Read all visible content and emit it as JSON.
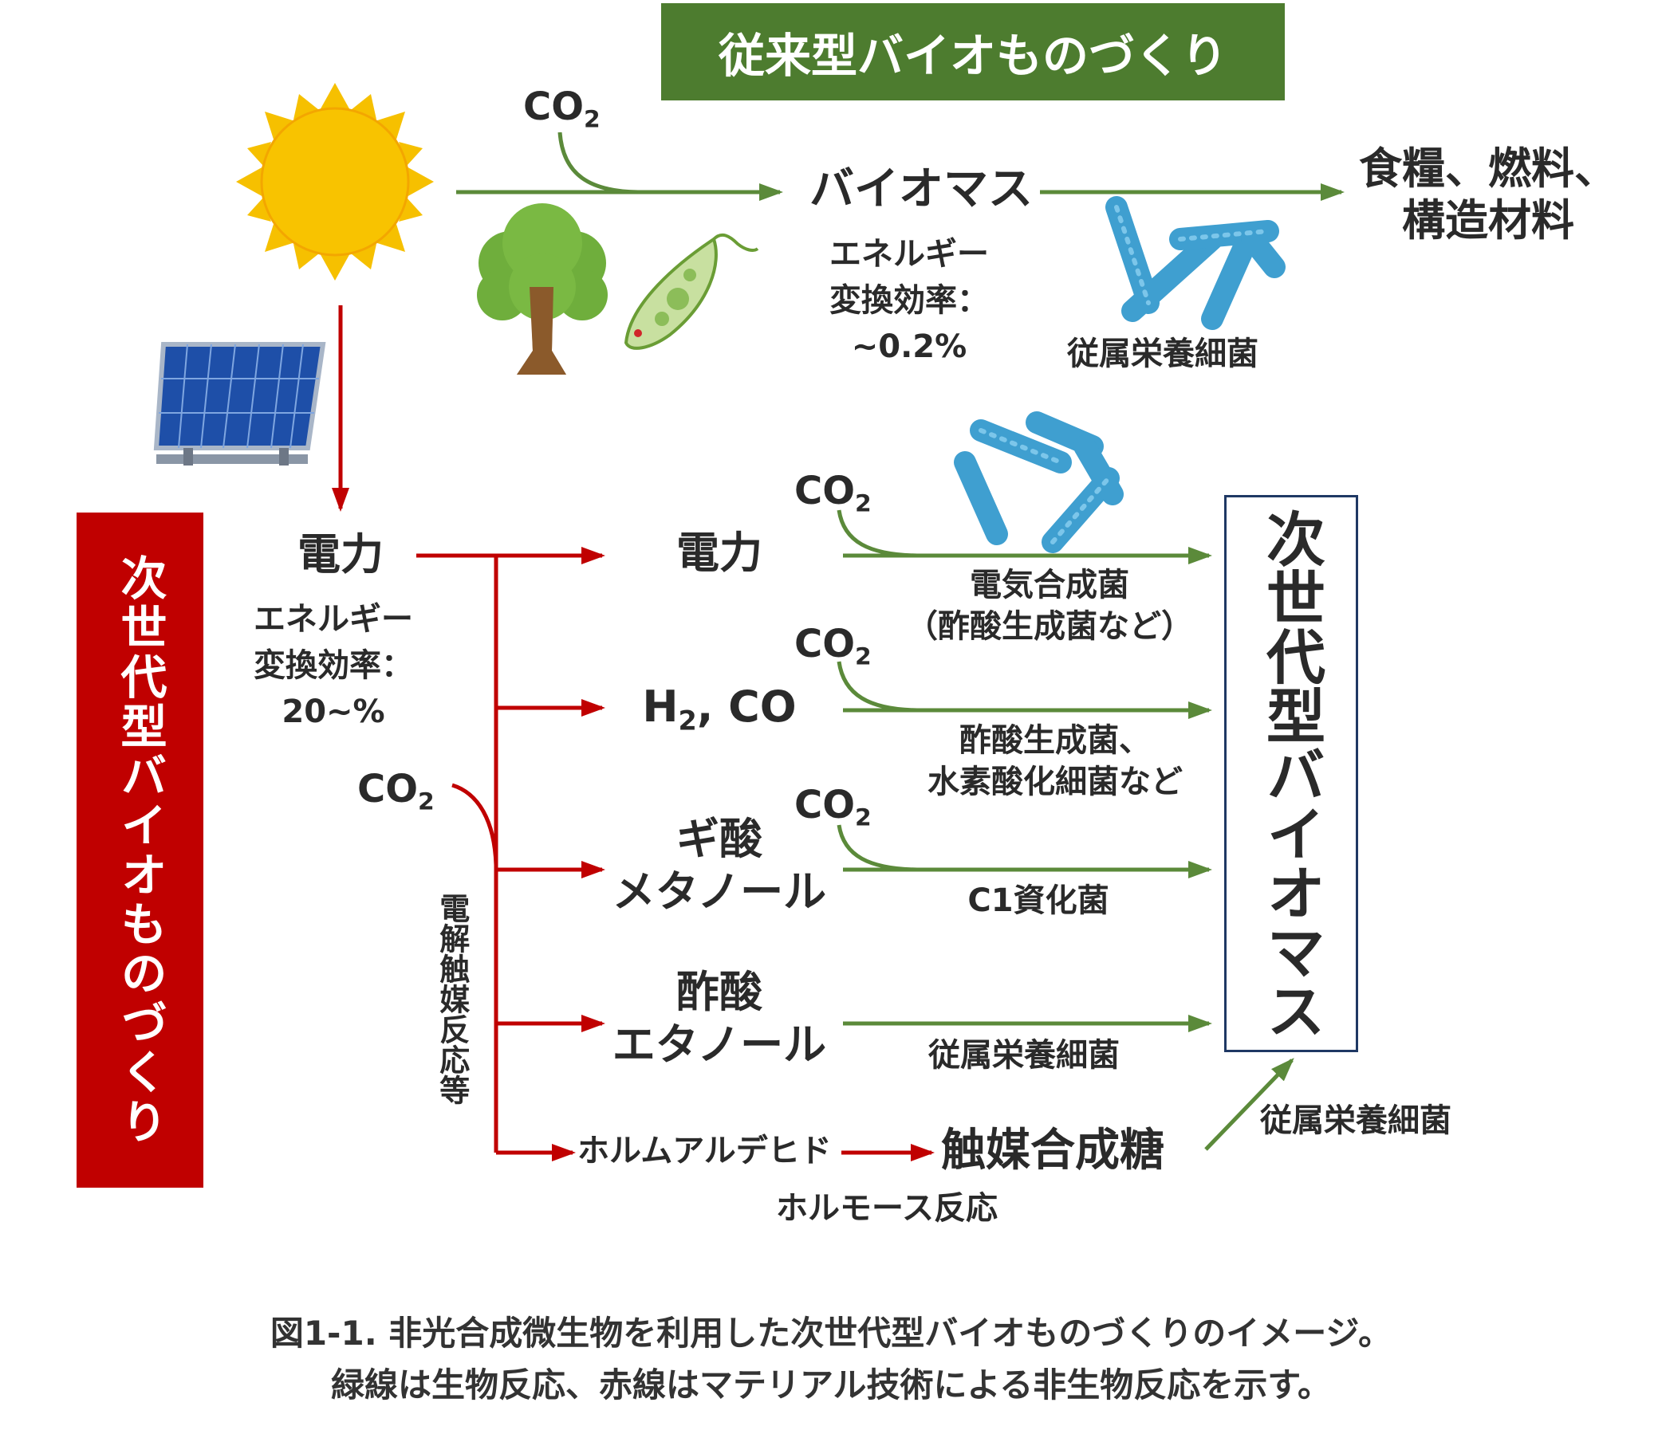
{
  "colors": {
    "bio_green": "#5b8a3a",
    "banner_green": "#4d7c2f",
    "nonbio_red": "#c00000",
    "result_border": "#1f3864",
    "bacteria_blue": "#3f9fd0",
    "sun_yellow": "#f6c000"
  },
  "icons": [
    "sun-icon",
    "tree-icon",
    "euglena-icon",
    "bacteria-icon",
    "solar-panel-icon"
  ],
  "conventional": {
    "banner": "従来型バイオものづくり",
    "co2_prefix": "CO",
    "co2_sub": "2",
    "biomass": "バイオマス",
    "efficiency_line1": "エネルギー",
    "efficiency_line2": "変換効率：",
    "efficiency_value": "~0.2%",
    "products_line1": "食糧、燃料、",
    "products_line2": "構造材料",
    "bacteria_label": "従属栄養細菌"
  },
  "nextgen": {
    "banner": "次世代型バイオものづくり",
    "result": "次世代型バイオマス",
    "power": "電力",
    "efficiency_line1": "エネルギー",
    "efficiency_line2": "変換効率：",
    "efficiency_value": "20~%",
    "electrolysis": "電解触媒反応等",
    "co2_prefix": "CO",
    "co2_sub": "2",
    "branches": {
      "electric": {
        "label": "電力",
        "microbe_line1": "電気合成菌",
        "microbe_line2": "（酢酸生成菌など）"
      },
      "h2co": {
        "label_h": "H",
        "label_sub": "2",
        "label_rest": ", CO",
        "microbe_line1": "酢酸生成菌、",
        "microbe_line2": "水素酸化細菌など"
      },
      "formic": {
        "label_line1": "ギ酸",
        "label_line2": "メタノール",
        "microbe": "C1資化菌"
      },
      "acetic": {
        "label_line1": "酢酸",
        "label_line2": "エタノール",
        "microbe": "従属栄養細菌"
      },
      "formaldehyde": {
        "label": "ホルムアルデヒド",
        "sugar": "触媒合成糖",
        "reaction": "ホルモース反応",
        "microbe": "従属栄養細菌"
      }
    }
  },
  "caption": {
    "line1": "図1-1. 非光合成微生物を利用した次世代型バイオものづくりのイメージ。",
    "line2": "緑線は生物反応、赤線はマテリアル技術による非生物反応を示す。"
  }
}
